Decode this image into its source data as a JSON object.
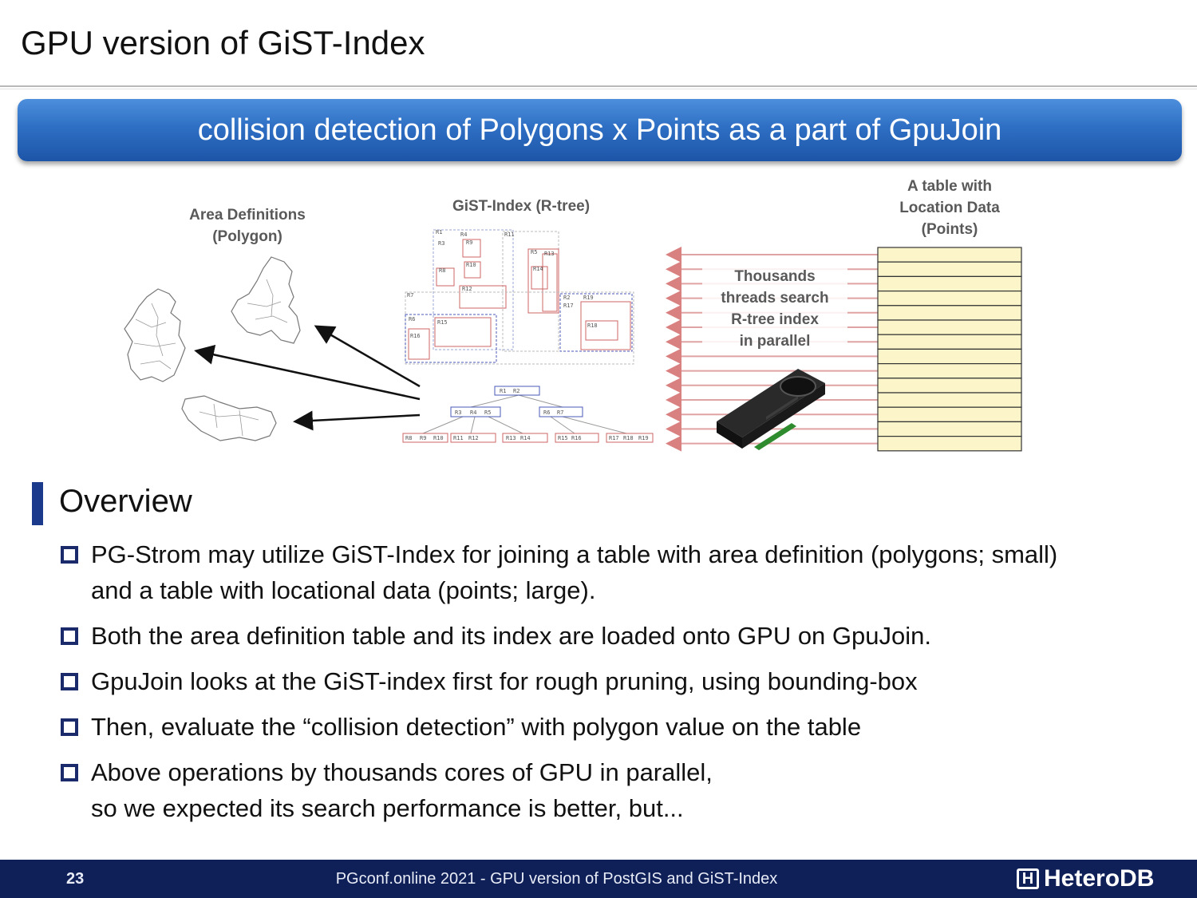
{
  "slide": {
    "title": "GPU version of GiST-Index",
    "banner": "collision detection of Polygons x Points as a part of GpuJoin"
  },
  "diagram": {
    "area_label": [
      "Area Definitions",
      "(Polygon)"
    ],
    "gist_label": "GiST-Index (R-tree)",
    "table_label": [
      "A table with",
      "Location Data",
      "(Points)"
    ],
    "threads_label": [
      "Thousands",
      "threads search",
      "R-tree index",
      "in parallel"
    ],
    "rtree_boxes": [
      "R1",
      "R2",
      "R3",
      "R4",
      "R5",
      "R6",
      "R7",
      "R8",
      "R9",
      "R10",
      "R11",
      "R12",
      "R13",
      "R14",
      "R15",
      "R16",
      "R17",
      "R18",
      "R19"
    ],
    "tree_root": [
      "R1",
      "R2"
    ],
    "tree_level2": [
      "R3",
      "R4",
      "R5",
      "R6",
      "R7"
    ],
    "tree_leaves": [
      "R8",
      "R9",
      "R10",
      "R11",
      "R12",
      "R13",
      "R14",
      "R15",
      "R16",
      "R17",
      "R18",
      "R19"
    ]
  },
  "overview": {
    "heading": "Overview",
    "bullets": [
      [
        "PG-Strom may utilize GiST-Index for joining a table with area definition (polygons; small)",
        "and a table with locational data (points; large)."
      ],
      [
        "Both the area definition table and its index are loaded onto GPU on GpuJoin."
      ],
      [
        "GpuJoin looks at the GiST-index first for rough pruning, using bounding-box"
      ],
      [
        "Then, evaluate the “collision detection” with polygon value on the table"
      ],
      [
        "Above operations by thousands cores of GPU in parallel,",
        "so we expected its search performance is better, but..."
      ]
    ]
  },
  "footer": {
    "page_number": "23",
    "text": "PGconf.online 2021 - GPU version of PostGIS and GiST-Index",
    "logo": "HeteroDB"
  },
  "colors": {
    "banner": "#2e6fc4",
    "footer": "#0f1f57",
    "table_row": "#fbf5c9",
    "arrow": "#e49a9a"
  }
}
